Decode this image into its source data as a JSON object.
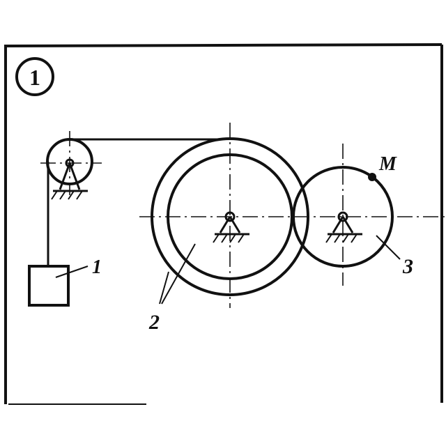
{
  "figure": {
    "number": "1",
    "labels": {
      "body": "1",
      "stepped_wheel": "2",
      "gear": "3",
      "point": "M"
    }
  },
  "colors": {
    "ink": "#111111",
    "background": "#ffffff"
  }
}
